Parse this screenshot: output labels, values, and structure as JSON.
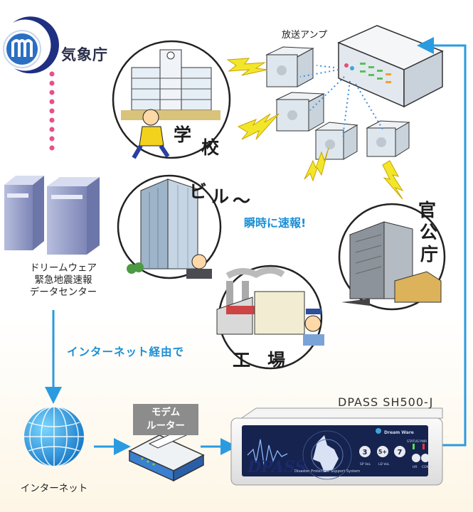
{
  "labels": {
    "jma": "気象庁",
    "amp": "放送アンプ",
    "datacenter": "ドリームウェア\n緊急地震速報\nデータセンター",
    "internet_route": "インターネット経由で",
    "internet": "インターネット",
    "instant": "瞬時に速報!",
    "device": "DPASS SH500-J",
    "modem_line1": "モデム",
    "modem_line2": "ルーター",
    "school_1": "学",
    "school_2": "校",
    "building_1": "ビ",
    "building_2": "ル",
    "building_3": "〜",
    "factory_1": "工",
    "factory_2": "場",
    "gov_1": "官",
    "gov_2": "公",
    "gov_3": "庁"
  },
  "device_panel": {
    "logo": "DPASS",
    "subtitle": "Disaster Protective Support System",
    "brand": "Dream Ware",
    "btn_1": "3",
    "btn_2": "5+",
    "btn_3": "7",
    "sp_label": "SP VoL",
    "ld_label": "LD VoL",
    "status": "STATUS",
    "pwr": "PWR",
    "key_1": "HR",
    "key_2": "COMM"
  },
  "colors": {
    "arrow": "#2a9be0",
    "dots": "#e8508a",
    "lightning": "#f2e62a",
    "accent_text": "#1b8fd6"
  }
}
